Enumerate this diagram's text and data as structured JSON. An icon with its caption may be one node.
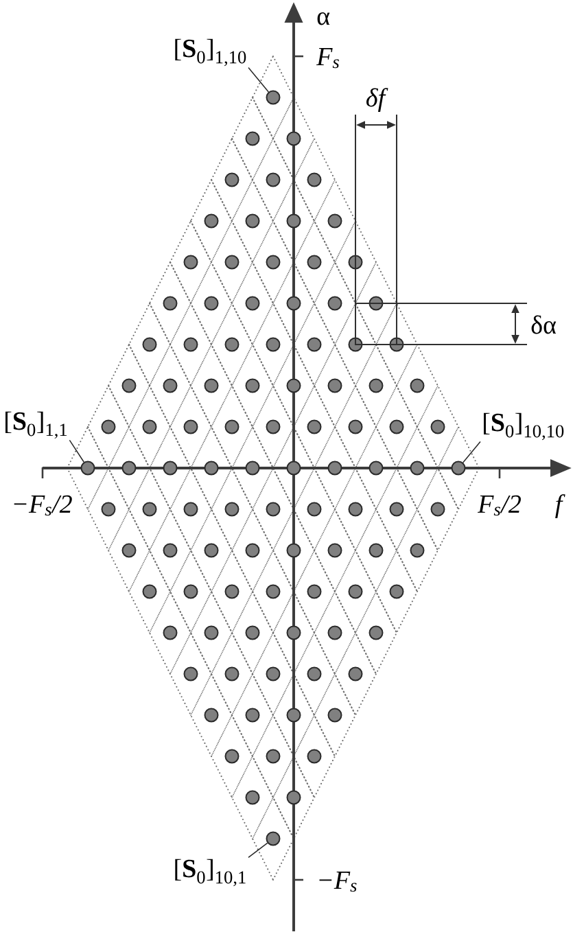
{
  "diagram": {
    "nodes": [
      {
        "text": [
          "[**S**$_{0}$]$_{1,10}$"
        ]
      },
      {
        "text": [
          "[**S**$_{0}$]$_{1,1}$"
        ]
      },
      {
        "text": [
          "[**S**$_{0}$]$_{10,10}$"
        ]
      },
      {
        "text": [
          "[**S**$_{0}$]$_{10,1}$"
        ]
      },
      {
        "text": [],
        "shape": "circle"
      },
      {
        "text": [],
        "shape": "circle"
      },
      {
        "text": [],
        "shape": "circle"
      },
      {
        "text": [],
        "shape": "circle"
      },
      {
        "text": [],
        "shape": "circle"
      },
      {
        "text": [],
        "shape": "circle"
      },
      {
        "text": [],
        "shape": "circle"
      },
      {
        "text": [],
        "shape": "circle"
      },
      {
        "text": [],
        "shape": "circle"
      },
      {
        "text": [],
        "shape": "circle"
      },
      {
        "text": [],
        "shape": "circle"
      },
      {
        "text": [],
        "shape": "circle"
      },
      {
        "text": [],
        "shape": "circle"
      },
      {
        "text": [],
        "shape": "circle"
      },
      {
        "text": [],
        "shape": "circle"
      },
      {
        "text": [],
        "shape": "circle"
      },
      {
        "text": [],
        "shape": "circle"
      },
      {
        "text": [],
        "shape": "circle"
      },
      {
        "text": [],
        "shape": "circle"
      },
      {
        "text": [],
        "shape": "circle"
      },
      {
        "text": [],
        "shape": "circle"
      },
      {
        "text": [],
        "shape": "circle"
      },
      {
        "text": [],
        "shape": "circle"
      },
      {
        "text": [],
        "shape": "circle"
      },
      {
        "text": [],
        "shape": "circle"
      },
      {
        "text": [],
        "shape": "circle"
      },
      {
        "text": [],
        "shape": "circle"
      },
      {
        "text": [],
        "shape": "circle"
      },
      {
        "text": [],
        "shape": "circle"
      },
      {
        "text": [],
        "shape": "circle"
      },
      {
        "text": [],
        "shape": "circle"
      },
      {
        "text": [],
        "shape": "circle"
      },
      {
        "text": [],
        "shape": "circle"
      },
      {
        "text": [],
        "shape": "circle"
      },
      {
        "text": [],
        "shape": "circle"
      },
      {
        "text": [],
        "shape": "circle"
      },
      {
        "text": [],
        "shape": "circle"
      },
      {
        "text": [],
        "shape": "circle"
      },
      {
        "text": [],
        "shape": "circle"
      },
      {
        "text": [],
        "shape": "circle"
      },
      {
        "text": [],
        "shape": "circle"
      },
      {
        "text": [],
        "shape": "circle"
      },
      {
        "text": [],
        "shape": "circle"
      },
      {
        "text": [],
        "shape": "circle"
      },
      {
        "text": [],
        "shape": "circle"
      },
      {
        "text": [],
        "shape": "circle"
      },
      {
        "text": [],
        "shape": "circle"
      },
      {
        "text": [],
        "shape": "circle"
      },
      {
        "text": [],
        "shape": "circle"
      },
      {
        "text": [],
        "shape": "circle"
      },
      {
        "text": [],
        "shape": "circle"
      },
      {
        "text": [],
        "shape": "circle"
      },
      {
        "text": [],
        "shape": "circle"
      },
      {
        "text": [],
        "shape": "circle"
      },
      {
        "text": [],
        "shape": "circle"
      },
      {
        "text": [],
        "shape": "circle"
      },
      {
        "text": [],
        "shape": "circle"
      },
      {
        "text": [],
        "shape": "circle"
      },
      {
        "text": [],
        "shape": "circle"
      },
      {
        "text": [],
        "shape": "circle"
      },
      {
        "text": [],
        "shape": "circle"
      },
      {
        "text": [],
        "shape": "circle"
      },
      {
        "text": [],
        "shape": "circle"
      },
      {
        "text": [],
        "shape": "circle"
      },
      {
        "text": [],
        "shape": "circle"
      },
      {
        "text": [],
        "shape": "circle"
      },
      {
        "text": [],
        "shape": "circle"
      },
      {
        "text": [],
        "shape": "circle"
      },
      {
        "text": [],
        "shape": "circle"
      },
      {
        "text": [],
        "shape": "circle"
      },
      {
        "text": [],
        "shape": "circle"
      },
      {
        "text": [],
        "shape": "circle"
      },
      {
        "text": [],
        "shape": "circle"
      },
      {
        "text": [],
        "shape": "circle"
      },
      {
        "text": [],
        "shape": "circle"
      },
      {
        "text": [],
        "shape": "circle"
      },
      {
        "text": [],
        "shape": "circle"
      },
      {
        "text": [],
        "shape": "circle"
      },
      {
        "text": [],
        "shape": "circle"
      },
      {
        "text": [],
        "shape": "circle"
      },
      {
        "text": [],
        "shape": "circle"
      },
      {
        "text": [],
        "shape": "circle"
      },
      {
        "text": [],
        "shape": "circle"
      },
      {
        "text": [],
        "shape": "circle"
      },
      {
        "text": [],
        "shape": "circle"
      },
      {
        "text": [],
        "shape": "circle"
      },
      {
        "text": [],
        "shape": "circle"
      },
      {
        "text": [],
        "shape": "circle"
      },
      {
        "text": [],
        "shape": "circle"
      },
      {
        "text": [],
        "shape": "circle"
      },
      {
        "text": [],
        "shape": "circle"
      },
      {
        "text": [],
        "shape": "circle"
      },
      {
        "text": [],
        "shape": "circle"
      },
      {
        "text": [],
        "shape": "circle"
      },
      {
        "text": [],
        "shape": "circle"
      },
      {
        "text": [],
        "shape": "circle"
      },
      {
        "text": [],
        "shape": "circle"
      },
      {
        "text": [],
        "shape": "circle"
      },
      {
        "text": [],
        "shape": "circle"
      },
      {
        "text": [],
        "shape": "circle"
      }
    ],
    "edges": [
      {
        "from": 0,
        "to": 4,
        "arrow": "none"
      },
      {
        "from": 1,
        "to": 49,
        "arrow": "none"
      },
      {
        "from": 2,
        "to": 58,
        "arrow": "none"
      },
      {
        "from": 3,
        "to": 103,
        "arrow": "none"
      }
    ],
    "labels": [
      "α",
      "F$_{s}$",
      "δf",
      "δα",
      "−F$_{s}$/2",
      "F$_{s}$/2",
      "f",
      "−F$_{s}$"
    ]
  }
}
